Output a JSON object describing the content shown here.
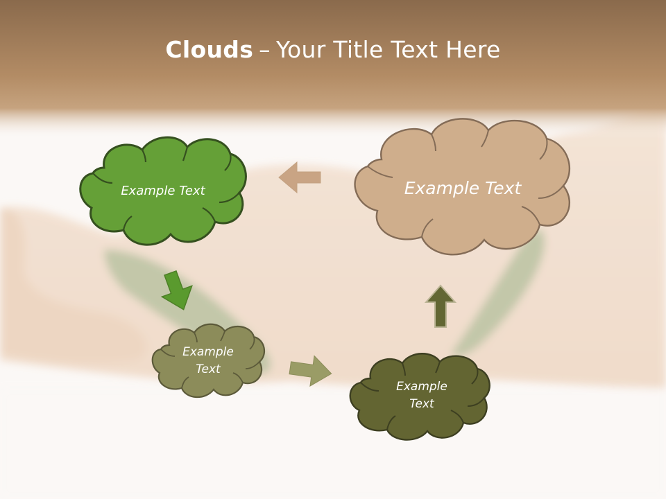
{
  "title": {
    "bold": "Clouds",
    "separator": "–",
    "rest": "Your Title Text Here"
  },
  "clouds": [
    {
      "label": "Example Text",
      "color": "#65a037"
    },
    {
      "label": "Example Text",
      "color": "#cfae8c"
    },
    {
      "label": "Example Text",
      "color": "#8c8c5a"
    },
    {
      "label": "Example Text",
      "color": "#636532"
    }
  ],
  "colors": {
    "header_top": "#8d6a4a",
    "header_mid": "#bd946a",
    "background": "#fbf8f6",
    "cloud_outline": "#5c4f3f",
    "arrow_green": "#5a9a2e",
    "arrow_tan": "#c9a484",
    "arrow_olive": "#9a9c66",
    "arrow_dark_olive": "#626633"
  },
  "icons": {
    "arrow_left": "arrow-left-icon",
    "arrow_down": "arrow-down-icon",
    "arrow_right": "arrow-right-icon",
    "arrow_up": "arrow-up-icon"
  }
}
